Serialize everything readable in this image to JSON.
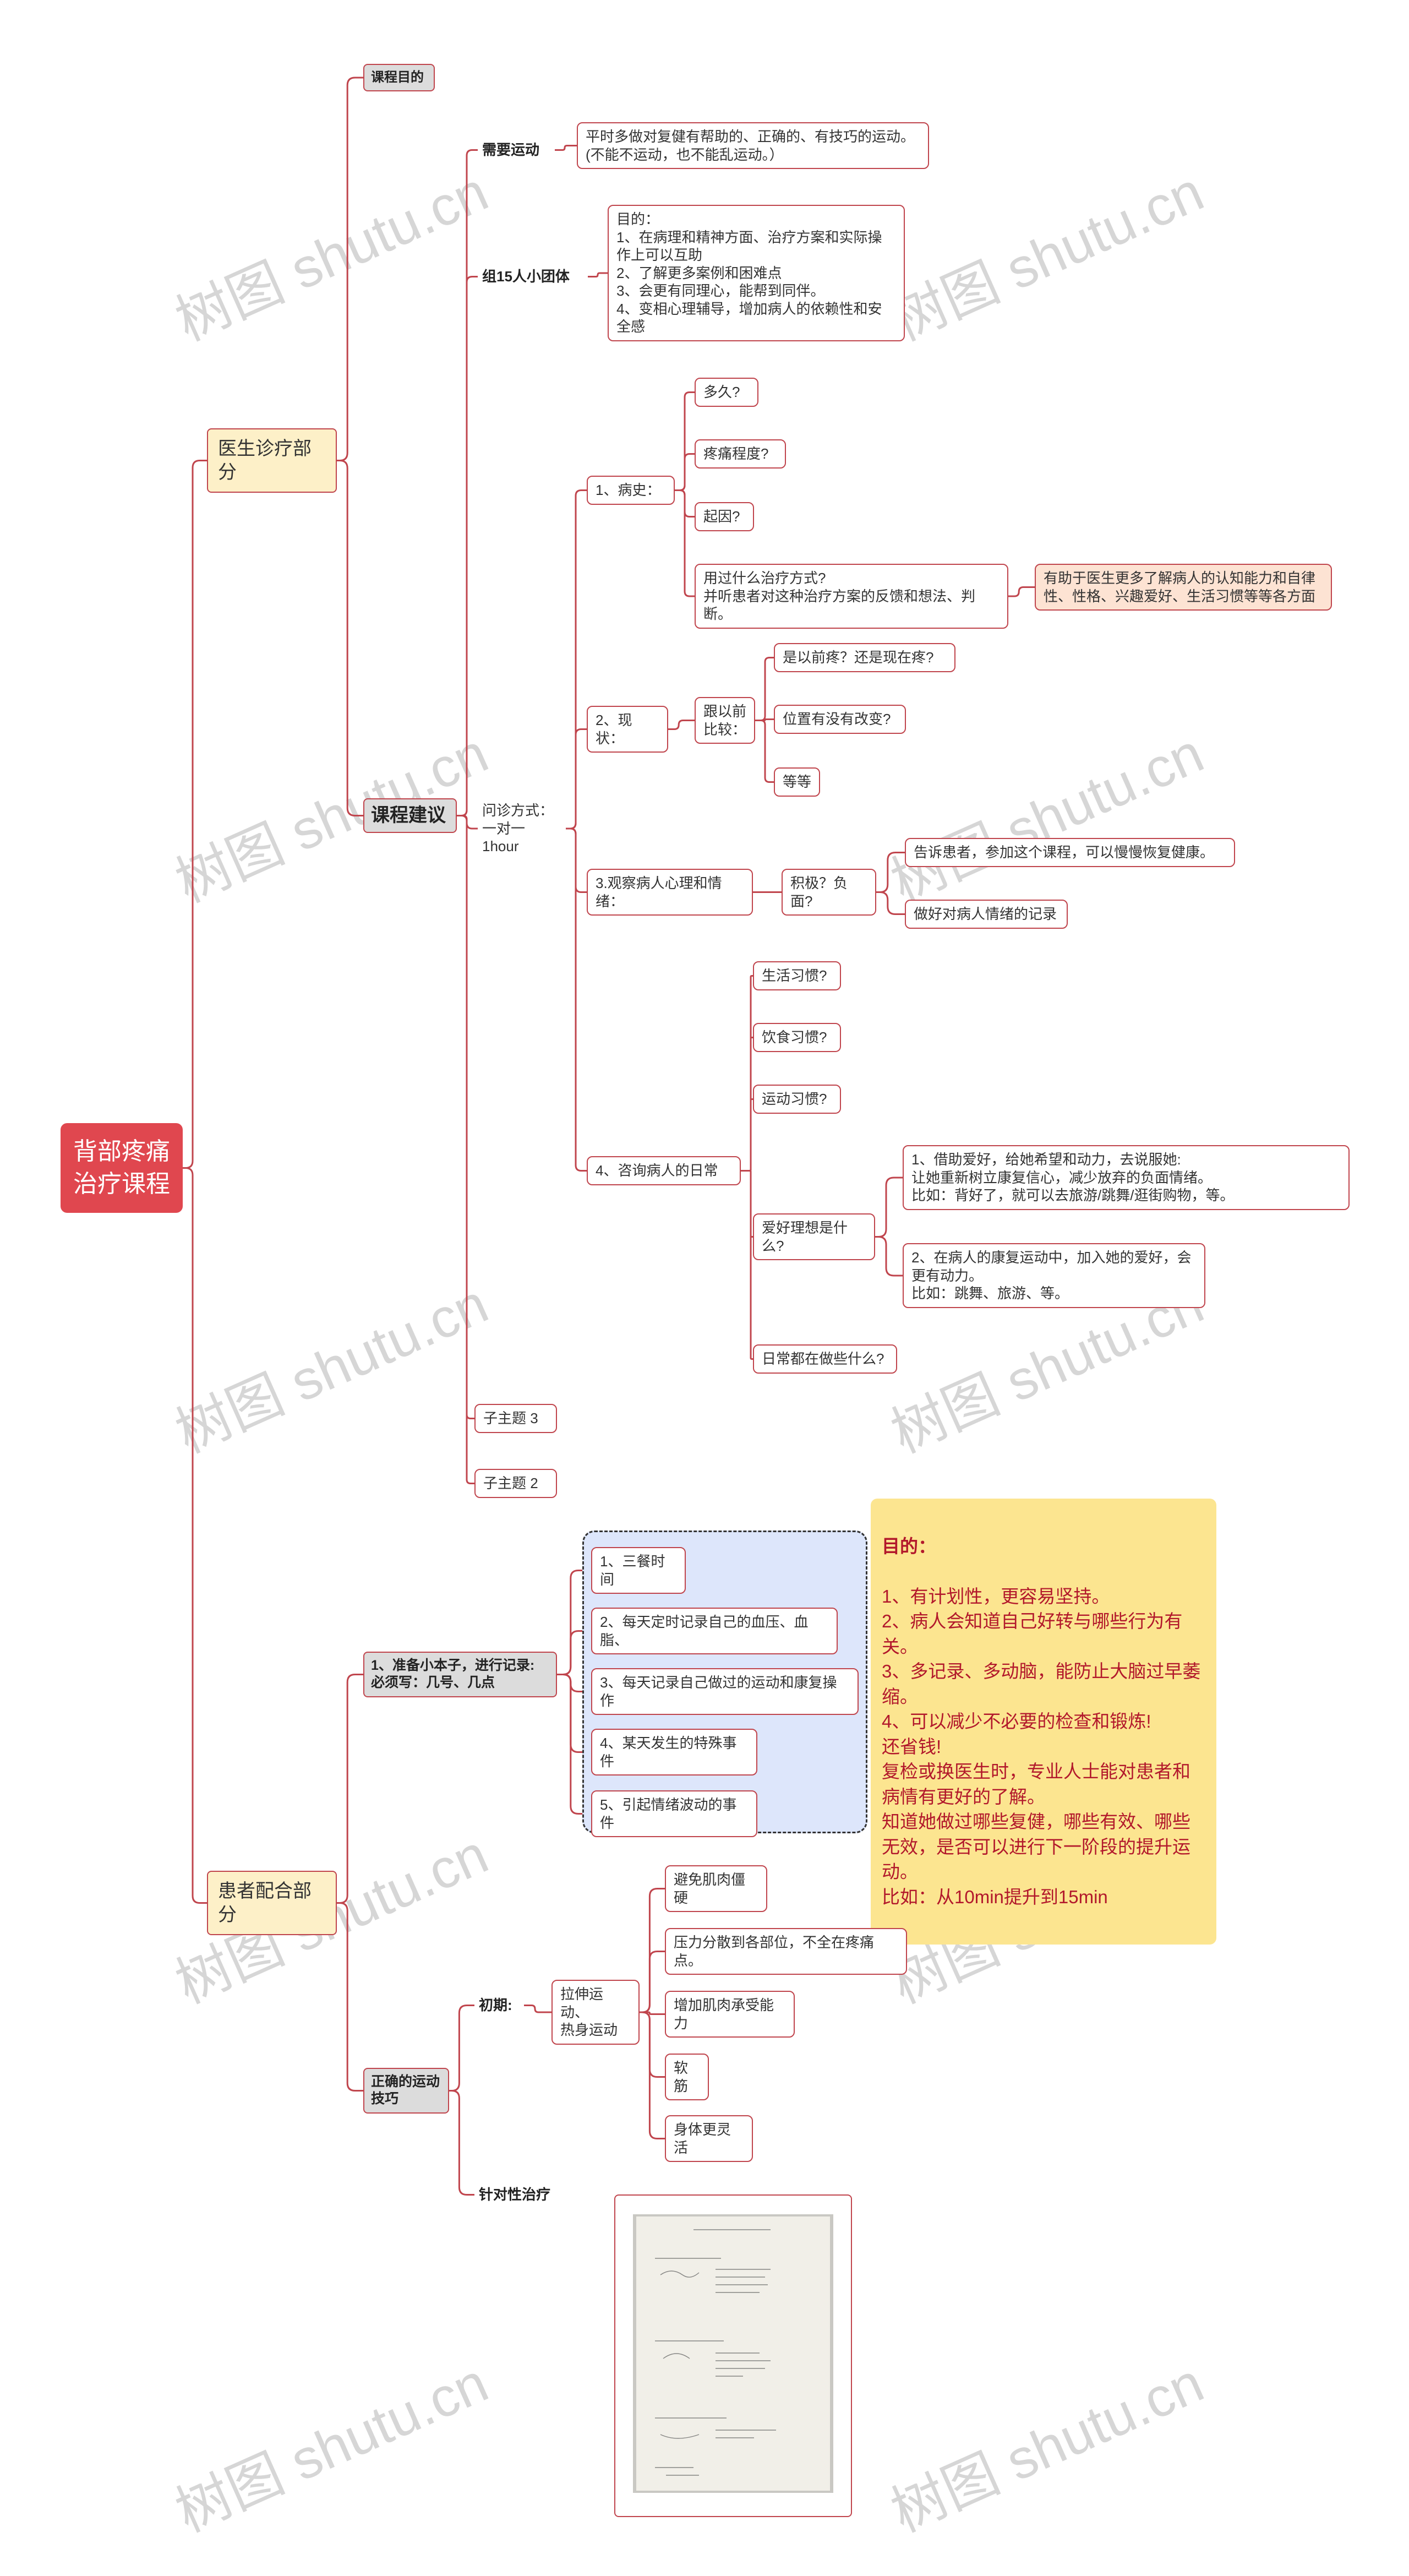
{
  "watermark": "树图 shutu.cn",
  "root": {
    "label": "背部疼痛\n治疗课程"
  },
  "doctor": {
    "label": "医生诊疗部分",
    "goal": "课程目的",
    "need_sport": {
      "label": "需要运动",
      "text": "平时多做对复健有帮助的、正确的、有技巧的运动。\n(不能不运动，也不能乱运动。）"
    },
    "group15": {
      "label": "组15人小团体",
      "text": "目的：\n1、在病理和精神方面、治疗方案和实际操作上可以互助\n2、了解更多案例和困难点\n3、会更有同理心，能帮到同伴。\n4、变相心理辅导，增加病人的依赖性和安全感"
    },
    "course_advice": {
      "label": "课程建议",
      "inquiry": "问诊方式：\n一对一\n1hour",
      "history": {
        "label": "1、病史：",
        "items": [
          "多久?",
          "疼痛程度?",
          "起因?",
          "用过什么治疗方式?\n并听患者对这种治疗方案的反馈和想法、判断。"
        ],
        "note": "有助于医生更多了解病人的认知能力和自律性、性格、兴趣爱好、生活习惯等等各方面"
      },
      "current": {
        "label": "2、现状：",
        "compare": "跟以前\n比较：",
        "items": [
          "是以前疼？还是现在疼?",
          "位置有没有改变?",
          "等等"
        ]
      },
      "psych": {
        "label": "3.观察病人心理和情绪：",
        "mood": "积极？负面?",
        "items": [
          "告诉患者，参加这个课程，可以慢慢恢复健康。",
          "做好对病人情绪的记录"
        ]
      },
      "daily": {
        "label": "4、咨询病人的日常",
        "items": [
          "生活习惯?",
          "饮食习惯?",
          "运动习惯?",
          "爱好理想是什么?",
          "日常都在做些什么?"
        ],
        "hobby_notes": [
          "1、借助爱好，给她希望和动力，去说服她:\n让她重新树立康复信心，减少放弃的负面情绪。\n比如：背好了，就可以去旅游/跳舞/逛街购物，等。",
          "2、在病人的康复运动中，加入她的爱好，会更有动力。\n比如：跳舞、旅游、等。"
        ]
      },
      "sub3": "子主题 3",
      "sub2": "子主题 2"
    }
  },
  "patient": {
    "label": "患者配合部分",
    "notebook": {
      "label": "1、准备小本子，进行记录:\n必须写：几号、几点",
      "items": [
        "1、三餐时间",
        "2、每天定时记录自己的血压、血脂、",
        "3、每天记录自己做过的运动和康复操作",
        "4、某天发生的特殊事件",
        "5、引起情绪波动的事件"
      ],
      "note_title": "目的：",
      "note_lines": [
        "1、有计划性，更容易坚持。",
        "2、病人会知道自己好转与哪些行为有关。",
        "3、多记录、多动脑，能防止大脑过早萎缩。",
        "4、可以减少不必要的检查和锻炼!",
        "还省钱!",
        "复检或换医生时，专业人士能对患者和病情有更好的了解。",
        "知道她做过哪些复健，哪些有效、哪些无效，是否可以进行下一阶段的提升运动。",
        "比如：从10min提升到15min"
      ]
    },
    "exercise": {
      "label": "正确的运动\n技巧",
      "early": "初期:",
      "stretch": "拉伸运动、\n热身运动",
      "items": [
        "避免肌肉僵硬",
        "压力分散到各部位，不全在疼痛点。",
        "增加肌肉承受能力",
        "软筋",
        "身体更灵活"
      ],
      "targeted": "针对性治疗"
    }
  },
  "colors": {
    "line": "#c0454d",
    "root": "#e0474f",
    "level1": "#fdf0c8",
    "note": "#fce590",
    "note_text": "#b2182b",
    "blue_group": "#dde6fb",
    "peach": "#fde3d3"
  }
}
